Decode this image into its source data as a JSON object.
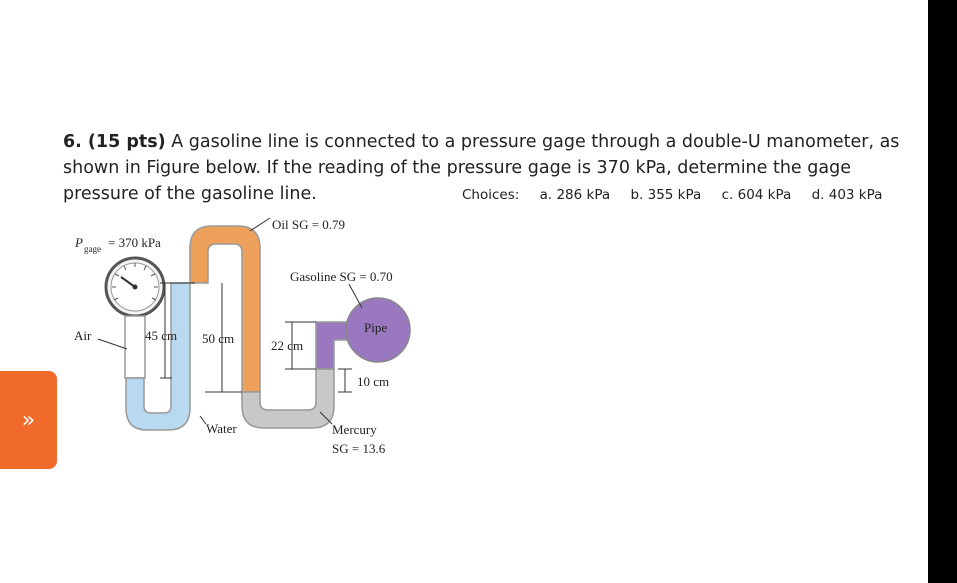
{
  "question": {
    "number": "6. (15 pts)",
    "text": "A gasoline line is connected to a pressure gage through a double-U manometer, as shown in Figure below. If the reading of the pressure gage is 370 kPa, determine the gage pressure of the gasoline line."
  },
  "choices": {
    "label": "Choices:",
    "a": "a. 286 kPa",
    "b": "b. 355 kPa",
    "c": "c. 604 kPa",
    "d": "d. 403 kPa"
  },
  "figure": {
    "pgage_label": "= 370 kPa",
    "oil_label": "Oil SG = 0.79",
    "gasoline_label": "Gasoline SG = 0.70",
    "pipe_label": "Pipe",
    "air_label": "Air",
    "dim_45": "45 cm",
    "dim_50": "50 cm",
    "dim_22": "22 cm",
    "dim_10": "10 cm",
    "water_label": "Water",
    "mercury_label": "Mercury",
    "mercury_sg": "SG = 13.6"
  },
  "colors": {
    "accent": "#f06a2b",
    "water": "#b8d9f0",
    "oil": "#eda05a",
    "mercury": "#c8c8c8",
    "gasoline": "#9a78c0"
  },
  "icons": {
    "side_button": "double-chevron-right-icon"
  }
}
